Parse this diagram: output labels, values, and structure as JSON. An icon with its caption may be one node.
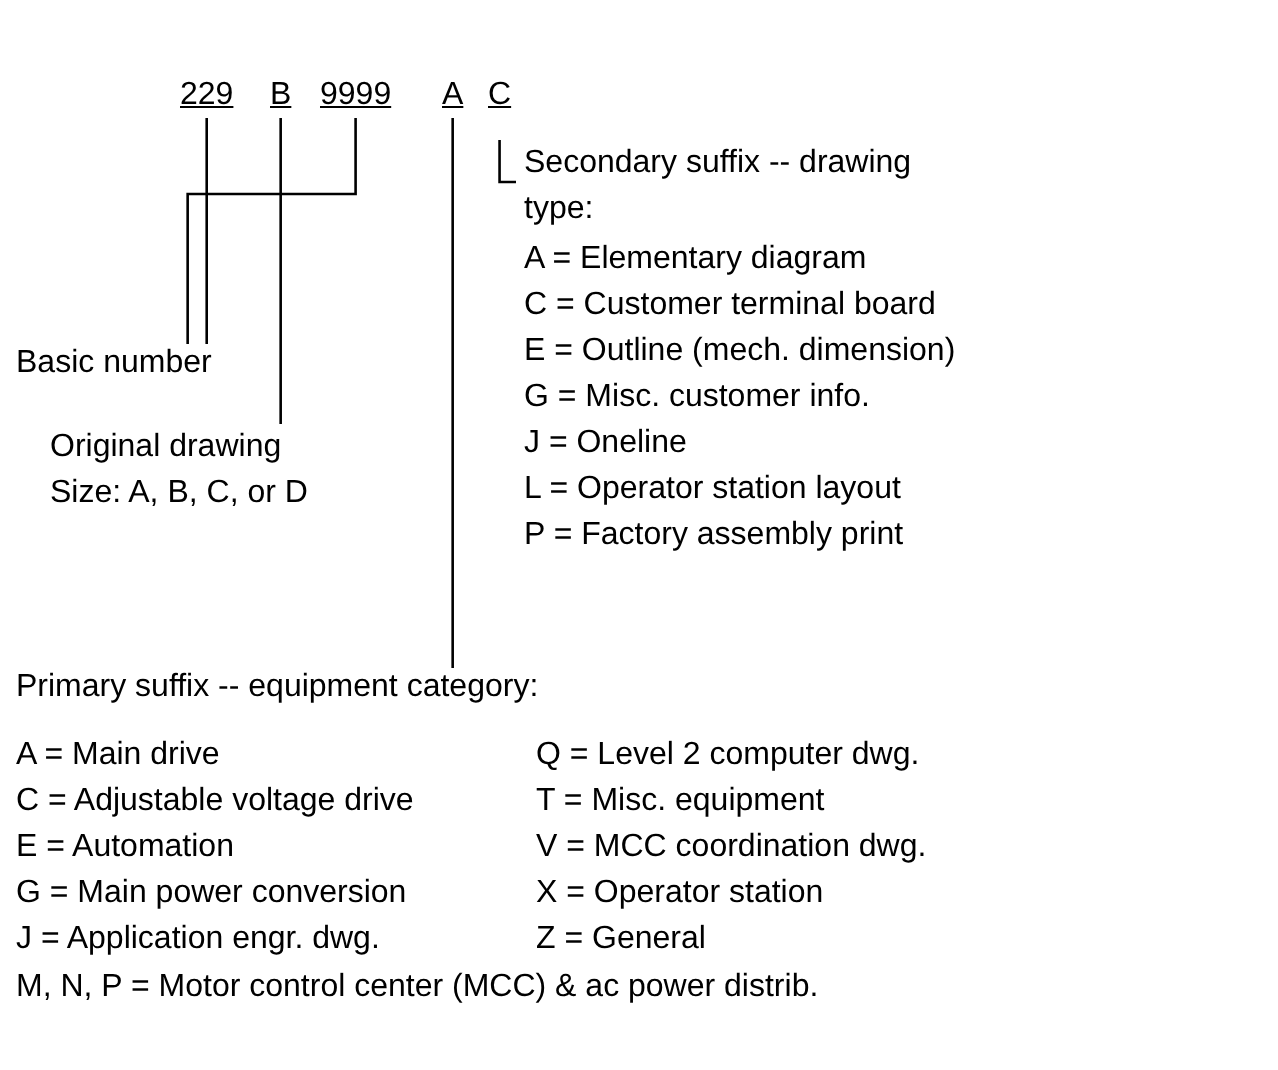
{
  "diagram": {
    "nodes": [
      {
        "text": [
          "229"
        ]
      },
      {
        "text": [
          "B"
        ]
      },
      {
        "text": [
          "9999"
        ]
      },
      {
        "text": [
          "A"
        ]
      },
      {
        "text": [
          "C"
        ]
      },
      {
        "text": [
          "Basic number"
        ]
      },
      {
        "text": [
          "Original drawing Size:  A, B, C, or D"
        ]
      },
      {
        "text": [
          "Secondary suffix -- drawing type:"
        ]
      },
      {
        "text": [
          "Primary suffix -- equipment category:"
        ]
      }
    ],
    "edges": [
      {
        "from": 0,
        "to": 5,
        "arrow": "none"
      },
      {
        "from": 2,
        "to": 5,
        "arrow": "none"
      },
      {
        "from": 1,
        "to": 6,
        "arrow": "none"
      },
      {
        "from": 4,
        "to": 7,
        "arrow": "none"
      },
      {
        "from": 3,
        "to": 8,
        "arrow": "none"
      }
    ],
    "labels": [
      "A = Elementary diagram",
      "C = Customer terminal board",
      "E = Outline (mech. dimension)",
      "G = Misc. customer info.",
      "J = Oneline",
      "L = Operator station layout",
      "P = Factory assembly print",
      "A = Main drive",
      "Q = Level 2 computer dwg.",
      "C = Adjustable voltage drive",
      "T = Misc. equipment",
      "E = Automation",
      "V = MCC coordination dwg.",
      "G = Main power conversion",
      "X = Operator station",
      "J = Application engr. dwg.",
      "Z = General",
      "M, N, P = Motor control center (MCC) & ac power distrib."
    ]
  }
}
